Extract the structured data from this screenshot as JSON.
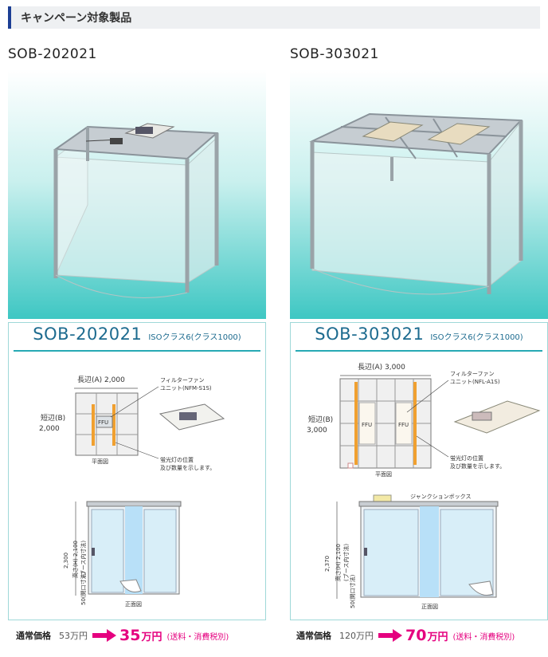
{
  "section": {
    "title": "キャンペーン対象製品"
  },
  "products": [
    {
      "model": "SOB-202021",
      "iso": "ISOクラス6(クラス1000)",
      "long_side": "長辺(A)  2,000",
      "short_side_label": "短辺(B)",
      "short_side_value": "2,000",
      "ffu_label": "FFU",
      "filter_fan_line1": "フィルターファン",
      "filter_fan_line2": "ユニット(NFM-S1S)",
      "plan_caption": "平面図",
      "lamp_line1": "蛍光灯の位置",
      "lamp_line2": "及び数量を示します。",
      "height_total": "2,300",
      "height_inner": "高さ(H) 2,100",
      "height_inner_note": "(ブース内寸法)",
      "opening": "50(開口寸法)",
      "front_caption": "正面図",
      "regular_label": "通常価格",
      "regular_price": "53万円",
      "sale_price": "35",
      "sale_unit": "万円",
      "note": "(送料・消費税別)"
    },
    {
      "model": "SOB-303021",
      "iso": "ISOクラス6(クラス1000)",
      "long_side": "長辺(A)  3,000",
      "short_side_label": "短辺(B)",
      "short_side_value": "3,000",
      "ffu_label": "FFU",
      "filter_fan_line1": "フィルターファン",
      "filter_fan_line2": "ユニット(NFL-A1S)",
      "plan_caption": "平面図",
      "lamp_line1": "蛍光灯の位置",
      "lamp_line2": "及び数量を示します。",
      "junction_box": "ジャンクションボックス",
      "height_total": "2,370",
      "height_inner": "高さ(H) 2,100",
      "height_inner_note": "(ブース内寸法)",
      "opening": "50(開口寸法)",
      "front_caption": "正面図",
      "regular_label": "通常価格",
      "regular_price": "120万円",
      "sale_price": "70",
      "sale_unit": "万円",
      "note": "(送料・消費税別)"
    }
  ],
  "colors": {
    "accent": "#1c3f94",
    "teal": "#27a9b4",
    "sale": "#e5007f",
    "lamp": "#f0a030"
  }
}
